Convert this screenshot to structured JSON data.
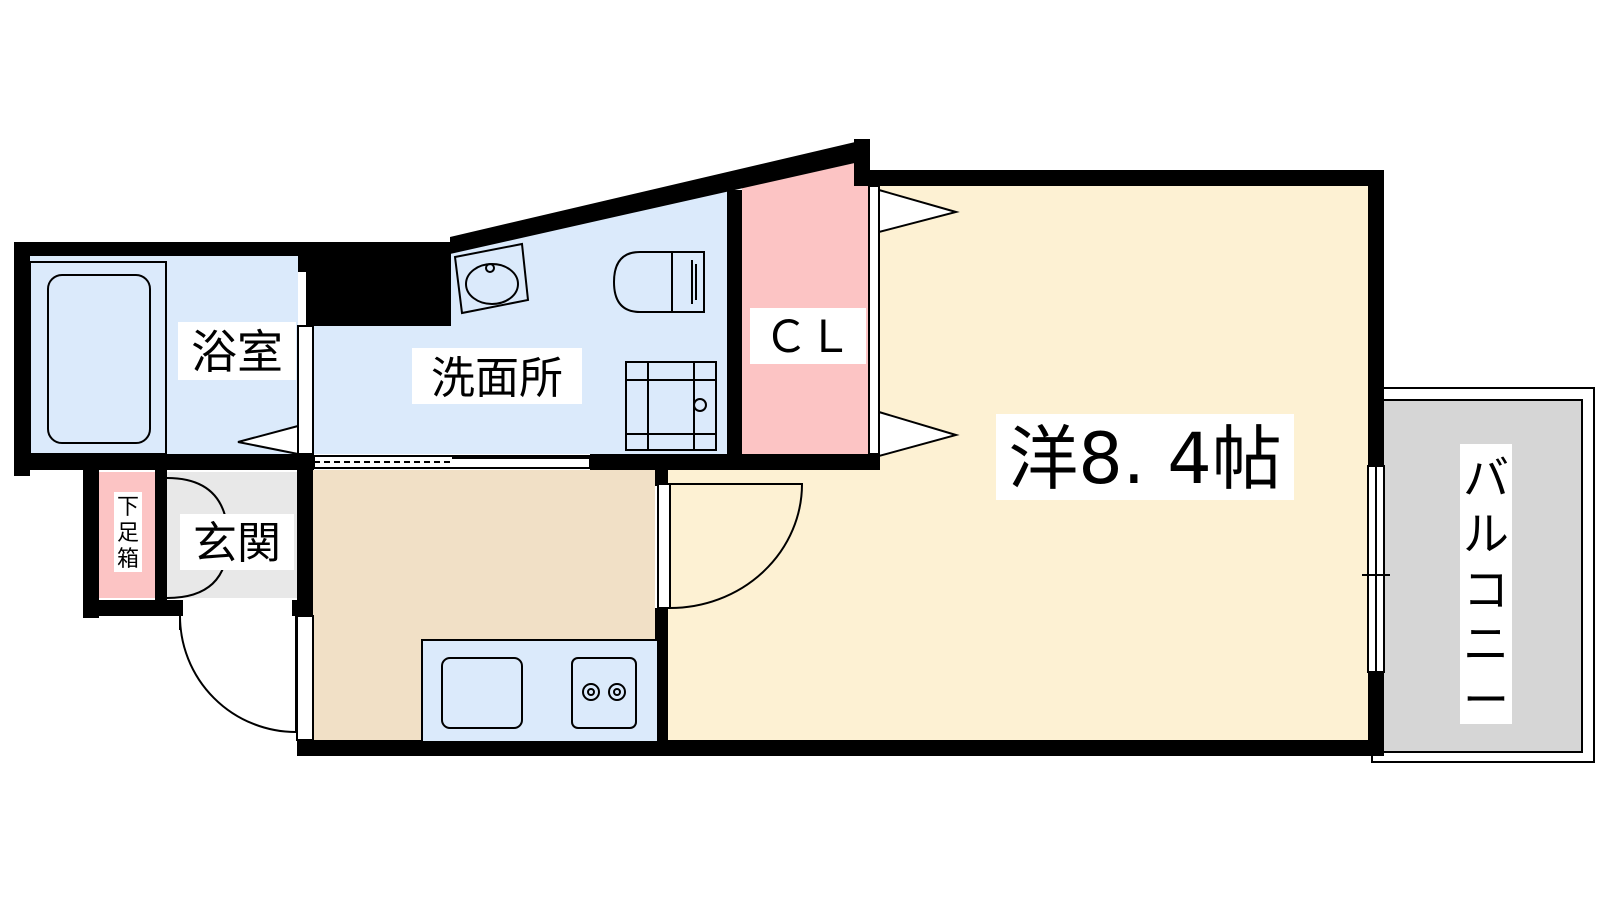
{
  "floorplan": {
    "rooms": {
      "bathroom": "浴室",
      "washroom": "洗面所",
      "closet": "ＣＬ",
      "western_room": "洋8. 4帖",
      "entrance": "玄関",
      "shoe_box_chars": [
        "下",
        "足",
        "箱"
      ],
      "balcony_chars": [
        "バ",
        "ル",
        "コ",
        "ニ",
        "ー"
      ]
    },
    "colors": {
      "wall": "#000000",
      "wet_area": "#dbeafb",
      "closet": "#fcc4c4",
      "western_room": "#fdf1d3",
      "kitchen": "#f1e0c6",
      "entrance": "#e8e8e8",
      "balcony": "#d6d6d6"
    }
  }
}
